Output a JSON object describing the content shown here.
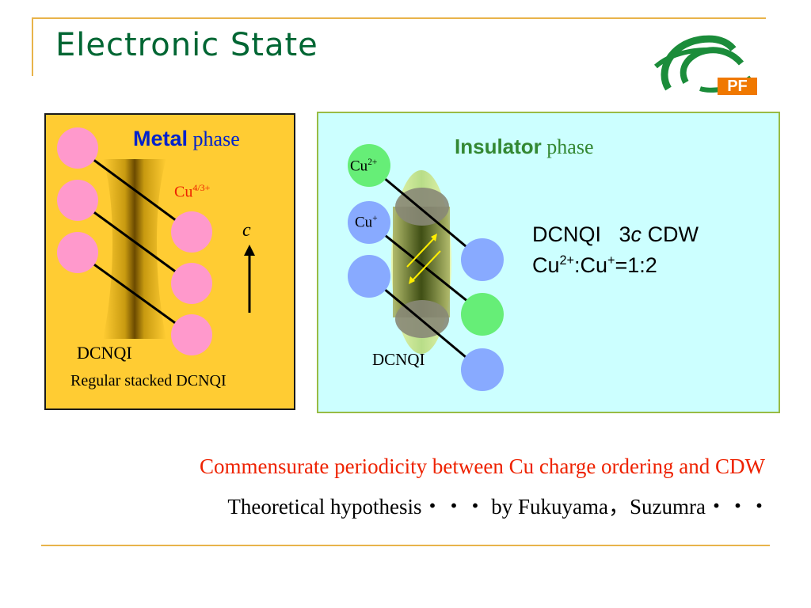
{
  "slide": {
    "title": "Electronic State",
    "logo_text": "PF",
    "metal": {
      "heading_bold": "Metal",
      "heading_rest": "phase",
      "cu_label": "Cu",
      "cu_sup": "4/3+",
      "axis_label": "c",
      "dcnqi_label": "DCNQI",
      "caption": "Regular stacked DCNQI"
    },
    "insulator": {
      "heading_bold": "Insulator",
      "heading_rest": "phase",
      "cu2_label": "Cu",
      "cu2_sup": "2+",
      "cu1_label": "Cu",
      "cu1_sup": "+",
      "dcnqi_label": "DCNQI",
      "info_line1_a": "DCNQI",
      "info_line1_b": "3",
      "info_line1_c": "c",
      "info_line1_d": "CDW",
      "info_line2_a": "Cu",
      "info_line2_sup1": "2+",
      "info_line2_b": ":Cu",
      "info_line2_sup2": "+",
      "info_line2_c": "=1:2"
    },
    "footer_line1": "Commensurate periodicity between Cu charge ordering and CDW",
    "footer_line2": "Theoretical hypothesis・・・ by Fukuyama，Suzumra・・・"
  },
  "colors": {
    "title": "#006633",
    "metal_bg": "#ffcc33",
    "insulator_bg": "#ccffff",
    "cu_metal": "#ff99cc",
    "cu_2plus": "#66ee77",
    "cu_plus": "#88aaff",
    "accent_red": "#ee2200",
    "metal_heading": "#0022cc",
    "insulator_heading": "#338833",
    "rule": "#e8b34a"
  }
}
